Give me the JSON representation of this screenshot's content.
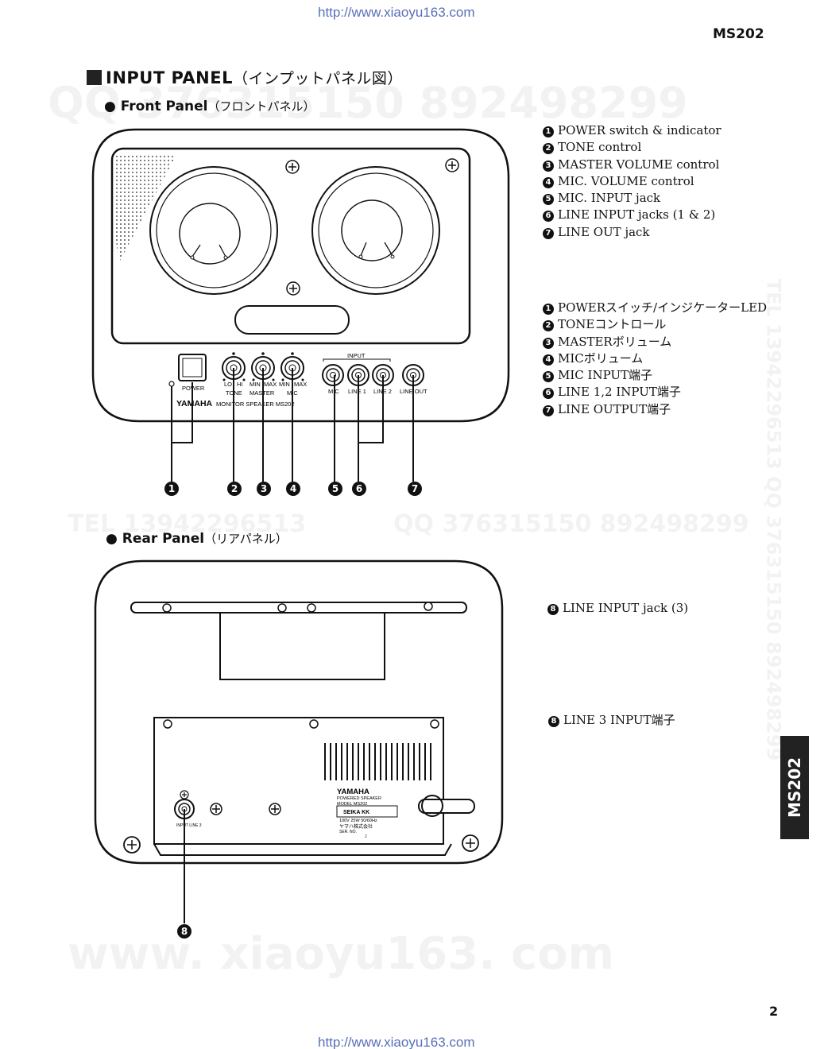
{
  "header": {
    "url_top": "http://www.xiaoyu163.com",
    "model": "MS202"
  },
  "section": {
    "title": "INPUT PANEL",
    "title_jp": "（インプットパネル図）"
  },
  "front_panel": {
    "title": "Front Panel",
    "title_jp": "（フロントパネル）",
    "legend_en": [
      {
        "n": "1",
        "text": "POWER switch & indicator"
      },
      {
        "n": "2",
        "text": "TONE control"
      },
      {
        "n": "3",
        "text": "MASTER VOLUME control"
      },
      {
        "n": "4",
        "text": "MIC. VOLUME control"
      },
      {
        "n": "5",
        "text": "MIC. INPUT jack"
      },
      {
        "n": "6",
        "text": "LINE INPUT jacks (1 & 2)"
      },
      {
        "n": "7",
        "text": "LINE OUT jack"
      }
    ],
    "legend_jp": [
      {
        "n": "1",
        "text": "POWERスイッチ/インジケーターLED"
      },
      {
        "n": "2",
        "text": "TONEコントロール"
      },
      {
        "n": "3",
        "text": "MASTERボリューム"
      },
      {
        "n": "4",
        "text": "MICボリューム"
      },
      {
        "n": "5",
        "text": "MIC INPUT端子"
      },
      {
        "n": "6",
        "text": "LINE 1,2 INPUT端子"
      },
      {
        "n": "7",
        "text": "LINE OUTPUT端子"
      }
    ],
    "panel_labels": {
      "input": "INPUT",
      "power": "POWER",
      "lo": "LO",
      "hi": "HI",
      "tone": "TONE",
      "master_min": "MIN",
      "master_max": "MAX",
      "master": "MASTER",
      "mic_min": "MIN",
      "mic_max": "MAX",
      "mic": "MIC",
      "jack_mic": "MIC",
      "jack_line1": "LINE 1",
      "jack_line2": "LINE 2",
      "jack_lineout": "LINE OUT",
      "brand": "YAMAHA",
      "model_line": "MONITOR SPEAKER MS202"
    },
    "callouts": [
      "1",
      "2",
      "3",
      "4",
      "5",
      "6",
      "7"
    ]
  },
  "rear_panel": {
    "title": "Rear Panel",
    "title_jp": "（リアパネル）",
    "legend_en": [
      {
        "n": "8",
        "text": "LINE INPUT jack (3)"
      }
    ],
    "legend_jp": [
      {
        "n": "8",
        "text": "LINE 3 INPUT端子"
      }
    ],
    "plate": {
      "brand": "YAMAHA",
      "line1": "POWERED SPEAKER",
      "line2": "MODEL MS202",
      "maker": "SEIKA KK",
      "spec": "100V   25W   50/60Hz",
      "jp": "ヤマハ株式会社",
      "ser": "SER. NO.",
      "mark": "J"
    },
    "jack_label": "INPUT LINE 3",
    "callout": "8"
  },
  "watermarks": {
    "qq": "QQ 376315150   892498299",
    "tel_mid": "TEL 13942296513",
    "qq_mid": "QQ 376315150 892498299",
    "side": "TEL 13942296513  QQ 376315150  892498299",
    "bottom": "www. xiaoyu163. com"
  },
  "side_tab": "MS202",
  "footer": {
    "page_number": "2",
    "url_bottom": "http://www.xiaoyu163.com"
  }
}
